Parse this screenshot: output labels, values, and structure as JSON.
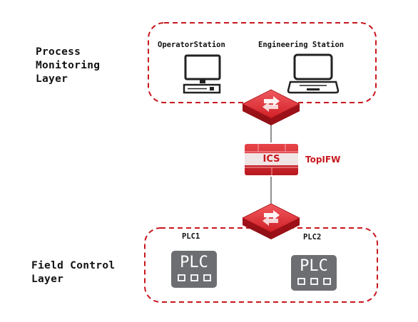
{
  "layers": {
    "process": "Process\nMonitoring\nLayer",
    "field": "Field Control\nLayer"
  },
  "stations": {
    "operator": "OperatorStation",
    "engineering": "Engineering Station"
  },
  "firewall": {
    "badge": "ICS",
    "name": "TopIFW"
  },
  "plcs": [
    {
      "label": "PLC1",
      "icon_text": "PLC"
    },
    {
      "label": "PLC2",
      "icon_text": "PLC"
    }
  ],
  "colors": {
    "dashed_border": "#c8161d",
    "router_red": "#d8232a",
    "plc_gray": "#6d6e71"
  }
}
